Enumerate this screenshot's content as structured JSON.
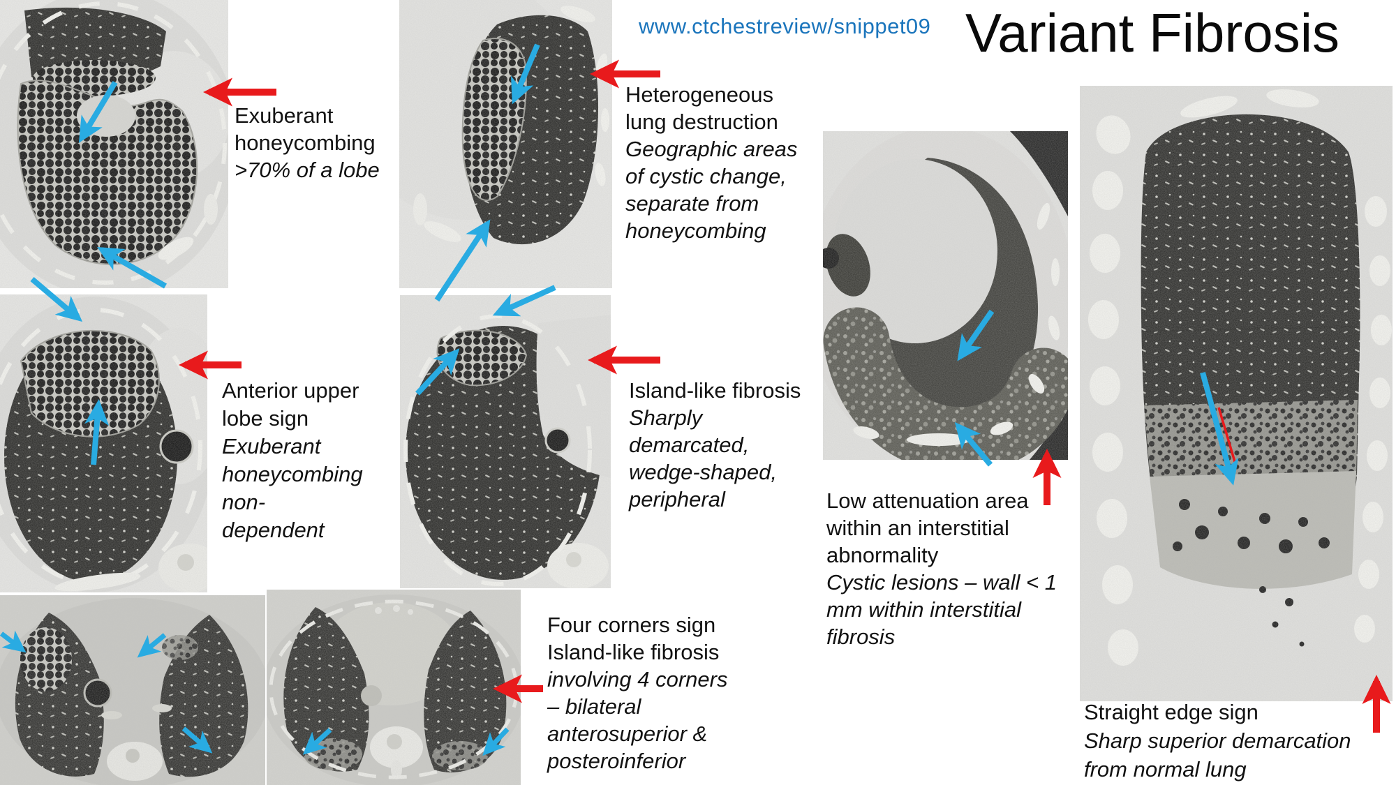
{
  "header": {
    "url": "www.ctchestreview/snippet09",
    "title": "Variant Fibrosis"
  },
  "colors": {
    "red": "#e81a1c",
    "blue": "#29abe2",
    "link": "#1b75bc",
    "ink": "#121212"
  },
  "annotations": {
    "exuberant_honeycombing": {
      "lines": [
        {
          "text": "Exuberant",
          "italic": false
        },
        {
          "text": "honeycombing",
          "italic": false
        },
        {
          "text": ">70% of a lobe",
          "italic": true
        }
      ]
    },
    "heterogeneous_destruction": {
      "lines": [
        {
          "text": "Heterogeneous",
          "italic": false
        },
        {
          "text": "lung destruction",
          "italic": false
        },
        {
          "text": "Geographic areas",
          "italic": true
        },
        {
          "text": "of cystic change,",
          "italic": true
        },
        {
          "text": "separate from",
          "italic": true
        },
        {
          "text": "honeycombing",
          "italic": true
        }
      ]
    },
    "anterior_upper_lobe": {
      "lines": [
        {
          "text": "Anterior upper",
          "italic": false
        },
        {
          "text": "lobe sign",
          "italic": false
        },
        {
          "text": "Exuberant",
          "italic": true
        },
        {
          "text": "honeycombing",
          "italic": true
        },
        {
          "text": "non-",
          "italic": true
        },
        {
          "text": "dependent",
          "italic": true
        }
      ]
    },
    "island_like_fibrosis": {
      "lines": [
        {
          "text": "Island-like fibrosis",
          "italic": false
        },
        {
          "text": "Sharply",
          "italic": true
        },
        {
          "text": "demarcated,",
          "italic": true
        },
        {
          "text": "wedge-shaped,",
          "italic": true
        },
        {
          "text": "peripheral",
          "italic": true
        }
      ]
    },
    "low_attenuation": {
      "lines": [
        {
          "text": "Low attenuation area",
          "italic": false
        },
        {
          "text": "within an interstitial",
          "italic": false
        },
        {
          "text": "abnormality",
          "italic": false
        },
        {
          "text": "Cystic lesions – wall < 1",
          "italic": true
        },
        {
          "text": "mm within interstitial",
          "italic": true
        },
        {
          "text": "fibrosis",
          "italic": true
        }
      ]
    },
    "four_corners": {
      "lines": [
        {
          "text": "Four corners sign",
          "italic": false
        },
        {
          "text": "Island-like fibrosis",
          "italic": false
        },
        {
          "text": "involving 4 corners",
          "italic": true
        },
        {
          "text": "– bilateral",
          "italic": true
        },
        {
          "text": "anterosuperior &",
          "italic": true
        },
        {
          "text": "posteroinferior",
          "italic": true
        }
      ]
    },
    "straight_edge": {
      "lines": [
        {
          "text": "Straight edge sign",
          "italic": false
        },
        {
          "text": "Sharp superior demarcation",
          "italic": true
        },
        {
          "text": "from normal lung",
          "italic": true
        }
      ]
    }
  }
}
